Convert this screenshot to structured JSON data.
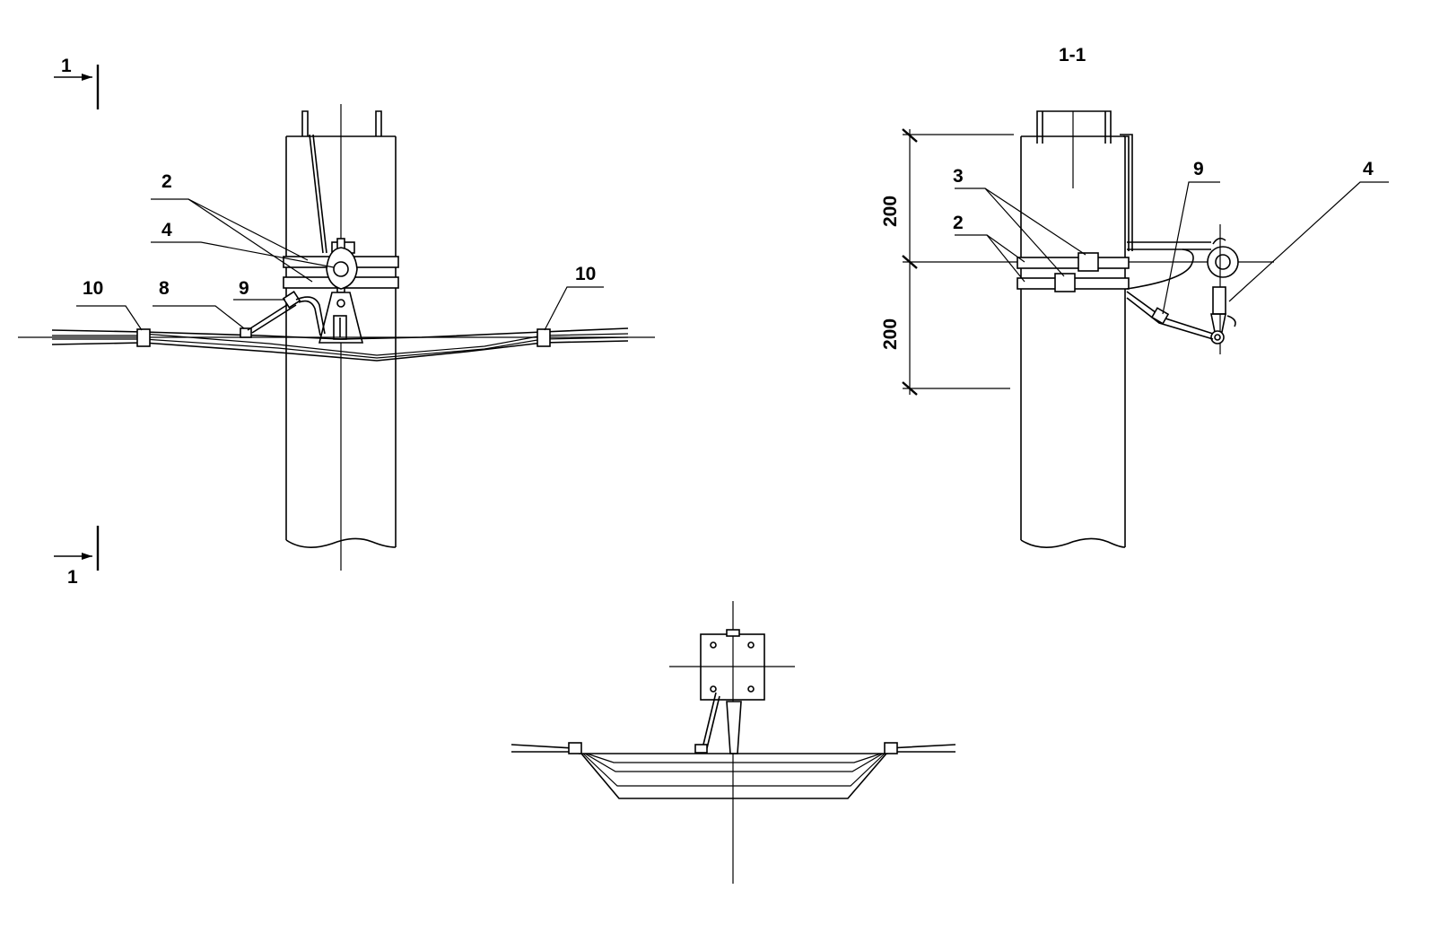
{
  "section_markers": {
    "top_label": "1",
    "bottom_label": "1"
  },
  "front_view": {
    "callouts": {
      "c2": "2",
      "c4": "4",
      "c10_left": "10",
      "c8": "8",
      "c9": "9",
      "c10_right": "10"
    }
  },
  "side_view": {
    "title": "1-1",
    "callouts": {
      "c3": "3",
      "c2": "2",
      "c9": "9",
      "c4": "4"
    },
    "dimensions": {
      "upper": "200",
      "lower": "200"
    }
  }
}
